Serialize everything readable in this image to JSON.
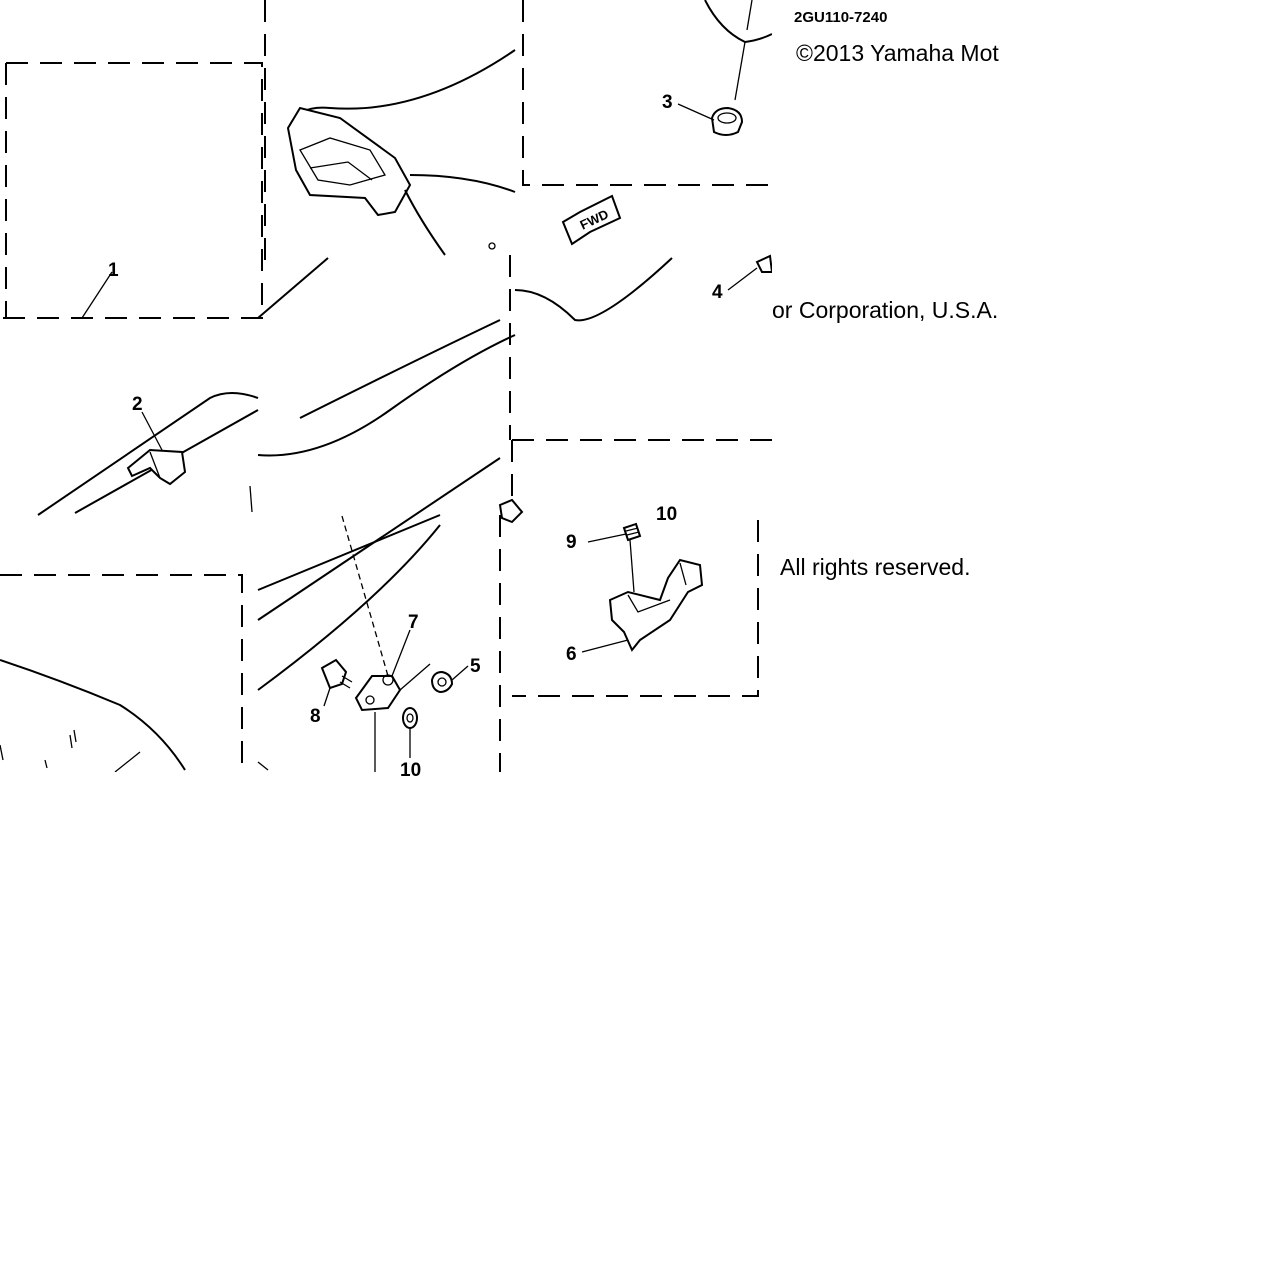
{
  "diagram": {
    "part_code": "2GU110-7240",
    "callouts": {
      "c1": "1",
      "c2": "2",
      "c3": "3",
      "c4": "4",
      "c5": "5",
      "c6": "6",
      "c7": "7",
      "c8": "8",
      "c9": "9",
      "c10a": "10",
      "c10b": "10"
    },
    "fwd_arrow": "FWD"
  },
  "watermark": {
    "line1": "©2013 Yamaha Mot",
    "line2": "or Corporation, U.S.A.",
    "line3": "All rights reserved."
  }
}
